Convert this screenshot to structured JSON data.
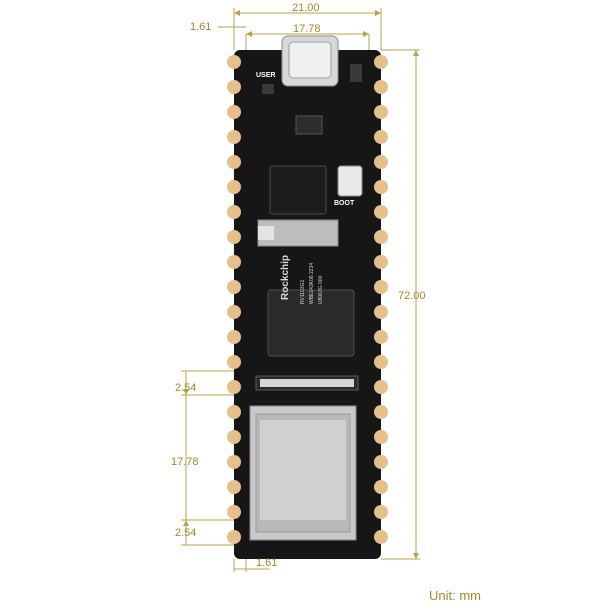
{
  "dimensions": {
    "top_width": "21.00",
    "usb_width": "17.78",
    "left_margin_top": "1.61",
    "board_height": "72.00",
    "pitch_top": "2.54",
    "row_span": "17.78",
    "pitch_bottom": "2.54",
    "left_margin_bottom": "1.61"
  },
  "labels": {
    "user": "USER",
    "boot": "BOOT",
    "chip_brand": "Rockchip",
    "chip_line1": "RV1103G1",
    "chip_line2": "WBE143K08 2234",
    "chip_line3": "U8063G 000"
  },
  "unit": "Unit: mm",
  "colors": {
    "dimension": "#a08a2a",
    "board": "#161616",
    "pad": "#e6c08a",
    "metal": "#c9c9c9"
  }
}
